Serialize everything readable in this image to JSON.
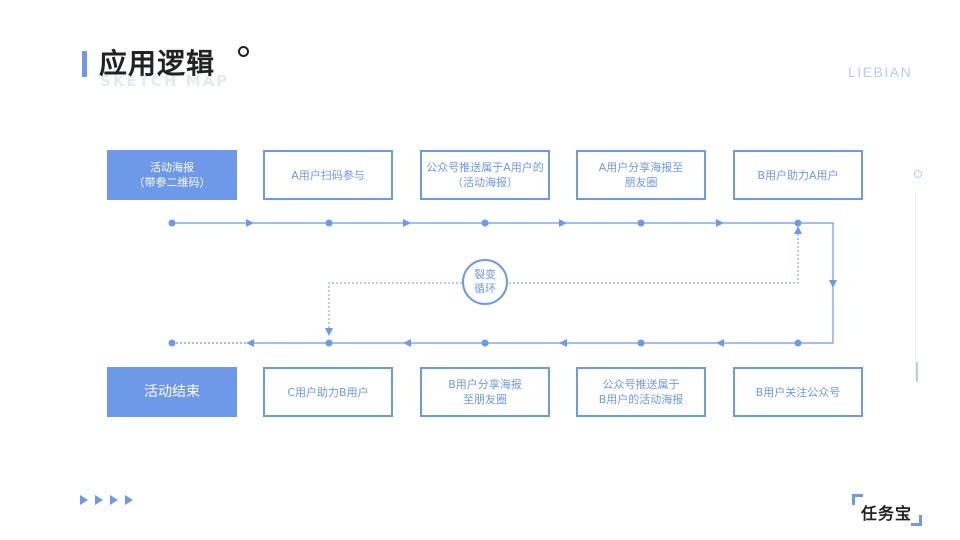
{
  "header": {
    "title": "应用逻辑",
    "subtitle_ghost": "SKETCH MAP",
    "brand": "LIEBIAN"
  },
  "top_row": [
    {
      "label": "活动海报\n（带参二维码）",
      "filled": true
    },
    {
      "label": "A用户扫码参与",
      "filled": false
    },
    {
      "label": "公众号推送属于A用户的\n（活动海报）",
      "filled": false
    },
    {
      "label": "A用户分享海报至\n朋友圈",
      "filled": false
    },
    {
      "label": "B用户助力A用户",
      "filled": false
    }
  ],
  "bottom_row": [
    {
      "label": "活动结束",
      "filled": true
    },
    {
      "label": "C用户助力B用户",
      "filled": false
    },
    {
      "label": "B用户分享海报\n至朋友圈",
      "filled": false
    },
    {
      "label": "公众号推送属于\nB用户的活动海报",
      "filled": false
    },
    {
      "label": "B用户关注公众号",
      "filled": false
    }
  ],
  "loop": {
    "label": "裂变\n循环"
  },
  "logo": {
    "text": "任务宝"
  },
  "colors": {
    "accent": "#6e98e8",
    "title": "#222222"
  }
}
